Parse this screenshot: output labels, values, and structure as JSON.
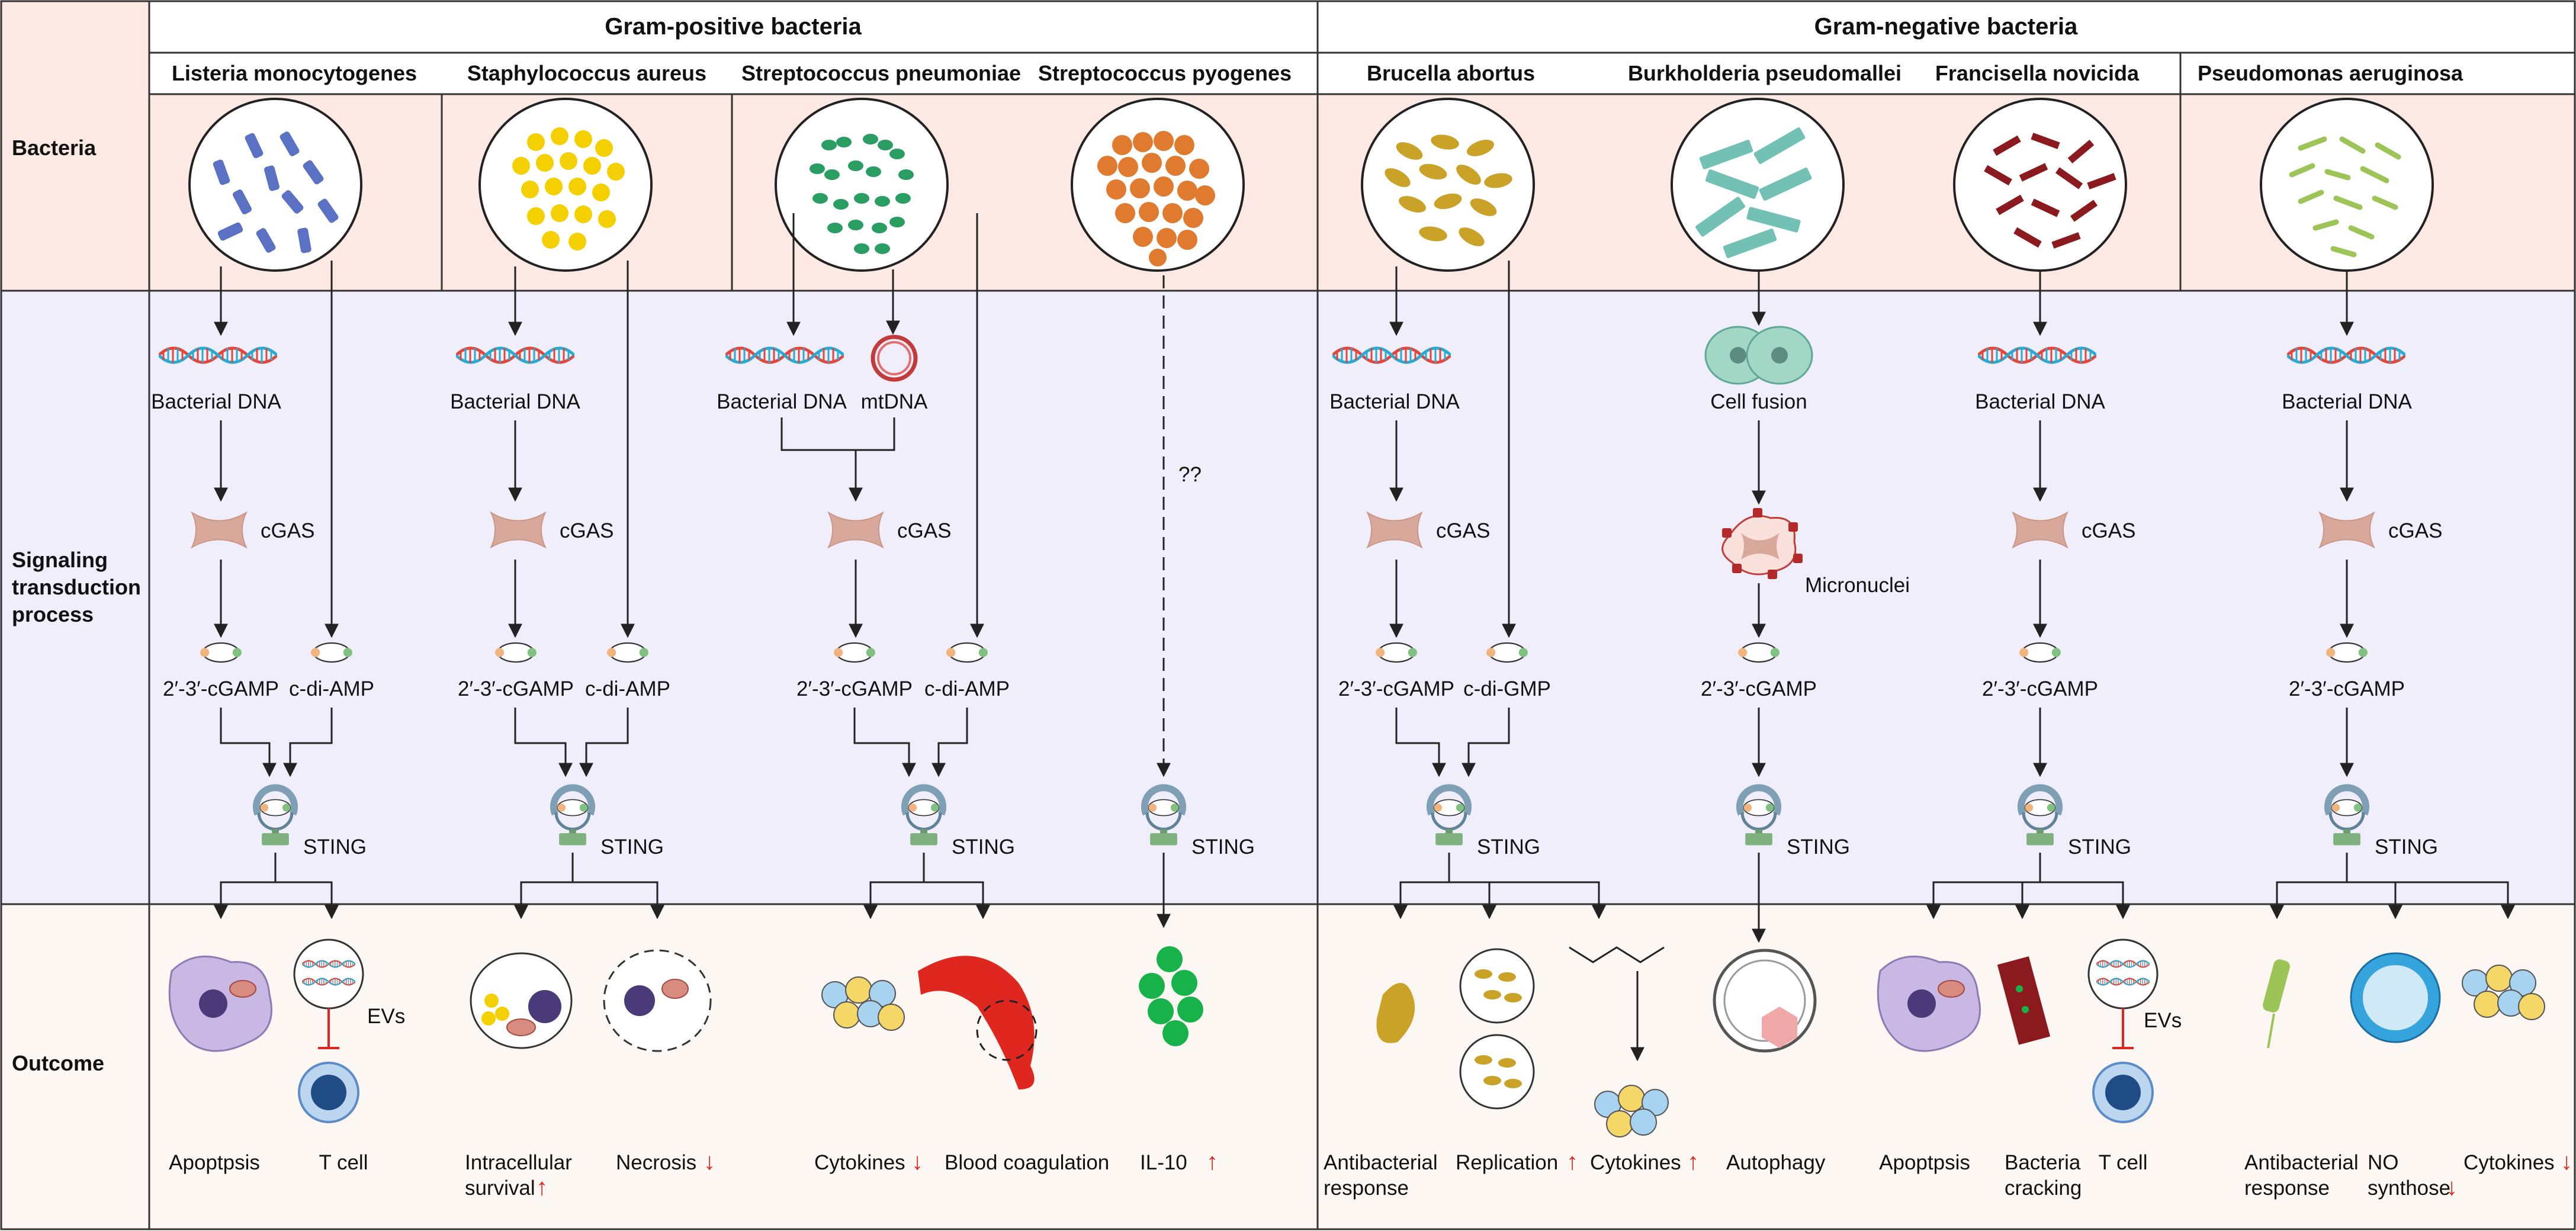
{
  "headers": {
    "gram_positive": "Gram-positive bacteria",
    "gram_negative": "Gram-negative bacteria"
  },
  "row_labels": {
    "bacteria": "Bacteria",
    "signaling": [
      "Signaling",
      "transduction",
      "process"
    ],
    "outcome": "Outcome"
  },
  "species": [
    "Listeria monocytogenes",
    "Staphylococcus aureus",
    "Streptococcus pneumoniae",
    "Streptococcus pyogenes",
    "Brucella abortus",
    "Burkholderia pseudomallei",
    "Francisella novicida",
    "Pseudomonas aeruginosa"
  ],
  "labels": {
    "bacterial_dna": "Bacterial DNA",
    "mtdna": "mtDNA",
    "cgas": "cGAS",
    "cgamp": "2′-3′-cGAMP",
    "cdiamp": "c-di-AMP",
    "cdigmp": "c-di-GMP",
    "sting": "STING",
    "cell_fusion": "Cell fusion",
    "micronuclei": "Micronuclei",
    "unknown": "??",
    "evs": "EVs"
  },
  "outcomes": {
    "apoptosis_1": "Apoptpsis",
    "t_cell": "T cell",
    "intracellular": [
      "Intracellular",
      "survival"
    ],
    "necrosis": "Necrosis",
    "cytokines": "Cytokines",
    "blood_coagulation": "Blood coagulation",
    "il10": "IL-10",
    "antibacterial": [
      "Antibacterial",
      "response"
    ],
    "replication": "Replication",
    "autophagy": "Autophagy",
    "apoptosis_2": "Apoptpsis",
    "bacteria_cracking": [
      "Bacteria",
      "cracking"
    ],
    "no_synthose": [
      "NO",
      "synthose"
    ]
  },
  "arrows": {
    "up": "↑",
    "down": "↓"
  },
  "colors": {
    "bacteria_bg": "#fde9e4",
    "signal_bg": "#f1eefb",
    "outcome_bg": "#fdf7f4",
    "dna_red": "#e2473c",
    "dna_blue": "#2aa9d1",
    "cgas": "#d8a89b",
    "sting_ring": "#7e9fb4",
    "sting_body": "#7fb17e",
    "inhibit_red": "#e0271f"
  }
}
